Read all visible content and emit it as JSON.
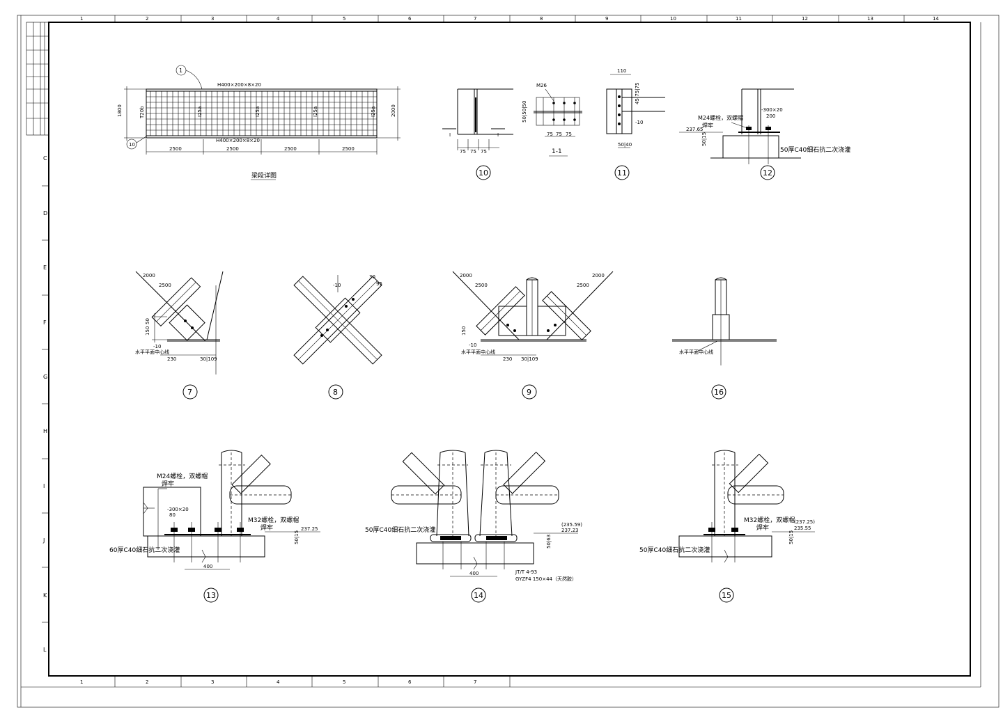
{
  "grid": {
    "columns": [
      "1",
      "2",
      "3",
      "4",
      "5",
      "6",
      "7",
      "8",
      "9",
      "10",
      "11",
      "12",
      "13",
      "14"
    ],
    "bottom_columns": [
      "1",
      "2",
      "3",
      "4",
      "5",
      "6",
      "7"
    ],
    "rows": [
      "C",
      "D",
      "E",
      "F",
      "G",
      "H",
      "I",
      "J",
      "K",
      "L"
    ]
  },
  "beam_detail": {
    "title": "梁段详图",
    "top_label": "H400×200×8×20",
    "bottom_label": "H400×200×8×20",
    "section_labels": [
      "I25a",
      "I25a",
      "I25a",
      "I25a"
    ],
    "left_dim": "1800",
    "left_text": "T20b",
    "right_dim": "2000",
    "spans": [
      "2500",
      "2500",
      "2500",
      "2500"
    ],
    "callouts": [
      "1",
      "10"
    ]
  },
  "detail_10": {
    "marker": "10",
    "dims": [
      "75",
      "75",
      "75"
    ]
  },
  "section_1_1": {
    "label": "1-1",
    "bolt": "M26",
    "dims": [
      "75",
      "75",
      "75"
    ],
    "left_dims": "50|50|50"
  },
  "detail_11": {
    "marker": "11",
    "top": "110",
    "side": "45|75|75",
    "plate": "-10",
    "bottom": "50|40"
  },
  "detail_12": {
    "marker": "12",
    "bolt_note": "M24螺栓，双螺帽",
    "weld": "焊牢",
    "plate": "-300×20",
    "plate_w": "200",
    "elev": "237.65",
    "grout": "50厚C40细石抗二次浇灌",
    "vert": "50|15"
  },
  "detail_7": {
    "marker": "7",
    "dims": [
      "2000",
      "2500",
      "50",
      "150",
      "230",
      "30|109",
      "-10",
      "150"
    ],
    "note": "水平平面中心线"
  },
  "detail_8": {
    "marker": "8",
    "dims": [
      "-10",
      "30",
      "95"
    ]
  },
  "detail_9": {
    "marker": "9",
    "dims": [
      "2000",
      "2500",
      "2500",
      "2000",
      "150",
      "230",
      "30|109",
      "-10"
    ],
    "note": "水平平面中心线"
  },
  "detail_16": {
    "marker": "16",
    "note": "水平平面中心线"
  },
  "detail_13": {
    "marker": "13",
    "bolt_note": "M24螺栓，双螺帽",
    "weld": "焊牢",
    "plate": "-300×20",
    "plate_w": "80",
    "bolt2": "M32螺栓，双螺帽",
    "weld2": "焊牢",
    "elev": "237.25",
    "grout": "60厚C40细石抗二次浇灌",
    "span": "400",
    "vert": "50|15"
  },
  "detail_14": {
    "marker": "14",
    "grout": "50厚C40细石抗二次浇灌",
    "elev1": "(235.59)",
    "elev2": "237.23",
    "vert": "50|63",
    "span": "400",
    "spec1": "JT/T 4-93",
    "spec2": "GYZF4 150×44（天然胶）"
  },
  "detail_15": {
    "marker": "15",
    "bolt": "M32螺栓，双螺帽",
    "weld": "焊牢",
    "elev1": "(237.25)",
    "elev2": "235.55",
    "grout": "50厚C40细石抗二次浇灌",
    "vert": "50|15"
  }
}
